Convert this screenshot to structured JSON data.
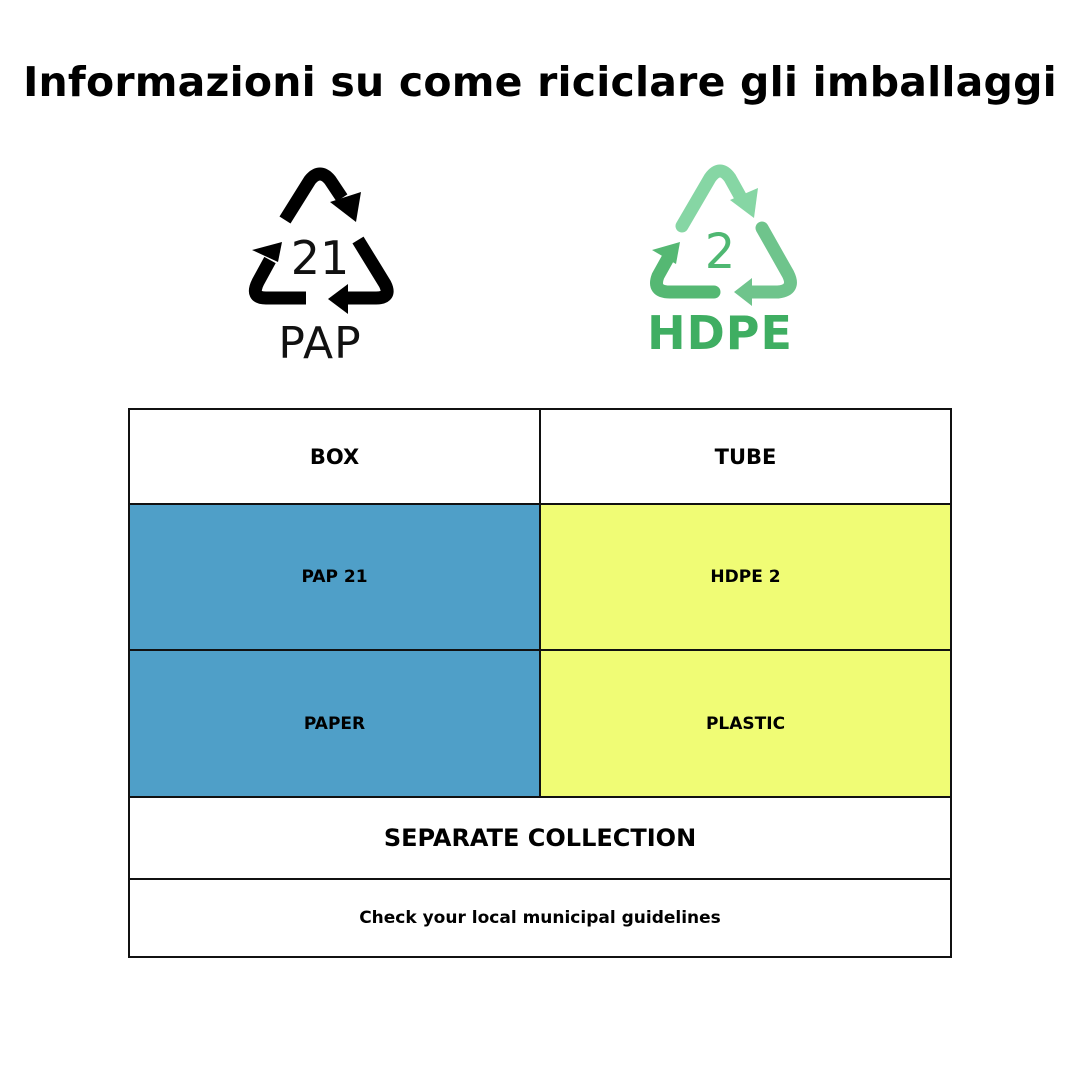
{
  "title": "Informazioni su come riciclare gli imballaggi",
  "symbols": [
    {
      "number": "21",
      "code": "PAP",
      "color": "#000000",
      "icon": "recycle-triangle-icon"
    },
    {
      "number": "2",
      "code": "HDPE",
      "color": "#4fb872",
      "icon": "recycle-triangle-icon"
    }
  ],
  "table": {
    "headers": [
      "BOX",
      "TUBE"
    ],
    "codes": [
      "PAP 21",
      "HDPE 2"
    ],
    "materials": [
      "PAPER",
      "PLASTIC"
    ],
    "footer_title": "SEPARATE COLLECTION",
    "footer_note": "Check your local municipal guidelines"
  },
  "colors": {
    "paper_cell": "#4f9fc8",
    "plastic_cell": "#f0fc75",
    "hdpe_green": "#4fb872"
  }
}
